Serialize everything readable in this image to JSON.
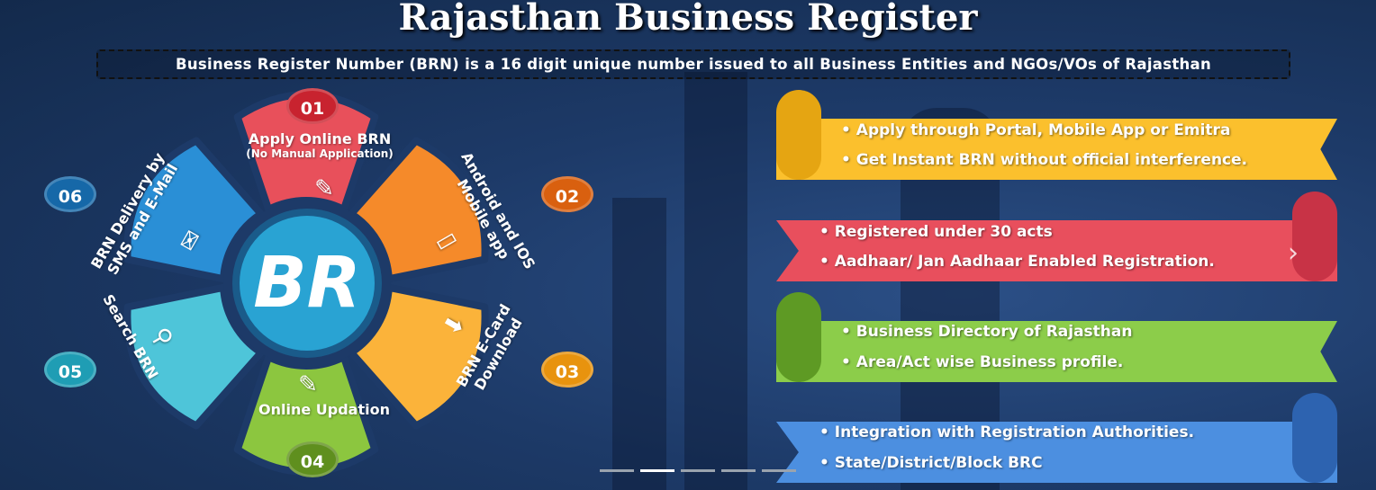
{
  "title": "Rajasthan Business Register",
  "subtitle": "Business Register Number (BRN) is a 16 digit unique number issued to all Business Entities and NGOs/VOs of Rajasthan",
  "center": "BR",
  "petals": [
    {
      "num": "01",
      "label": "Apply Online BRN",
      "sub": "(No Manual Application)",
      "color": "#e8505b",
      "badge": "#c8232f",
      "icon": "form-edit-icon"
    },
    {
      "num": "02",
      "label": "Android and IOS",
      "sub": "Mobile app",
      "color": "#f58a2a",
      "badge": "#d9600f",
      "icon": "mobile-icon"
    },
    {
      "num": "03",
      "label": "BRN E-Card",
      "sub": "Download",
      "color": "#fbb33a",
      "badge": "#e8930e",
      "icon": "download-icon"
    },
    {
      "num": "04",
      "label": "Online Updation",
      "sub": "",
      "color": "#8cc63f",
      "badge": "#5f8f1e",
      "icon": "update-icon"
    },
    {
      "num": "05",
      "label": "Search BRN",
      "sub": "",
      "color": "#4ec5d9",
      "badge": "#1f9db4",
      "icon": "search-icon"
    },
    {
      "num": "06",
      "label": "BRN Delivery by",
      "sub": "SMS and E-Mail",
      "color": "#2a8fd6",
      "badge": "#1668a8",
      "icon": "mail-icon"
    }
  ],
  "ribbons": [
    {
      "color": "#fbc02d",
      "roll": "#e5a512",
      "lines": [
        "• Apply through Portal, Mobile App or Emitra",
        "• Get Instant BRN without official interference."
      ]
    },
    {
      "color": "#e84f5d",
      "roll": "#c83346",
      "lines": [
        "• Registered under 30 acts",
        "• Aadhaar/ Jan Aadhaar Enabled Registration."
      ]
    },
    {
      "color": "#8ccd4a",
      "roll": "#5e9a24",
      "lines": [
        "• Business Directory of Rajasthan",
        "• Area/Act wise Business profile."
      ]
    },
    {
      "color": "#4c8fe0",
      "roll": "#2d63b0",
      "lines": [
        "• Integration with Registration Authorities.",
        "• State/District/Block BRC"
      ]
    }
  ],
  "carousel": {
    "slides": 5,
    "active": 1,
    "next": "›"
  }
}
